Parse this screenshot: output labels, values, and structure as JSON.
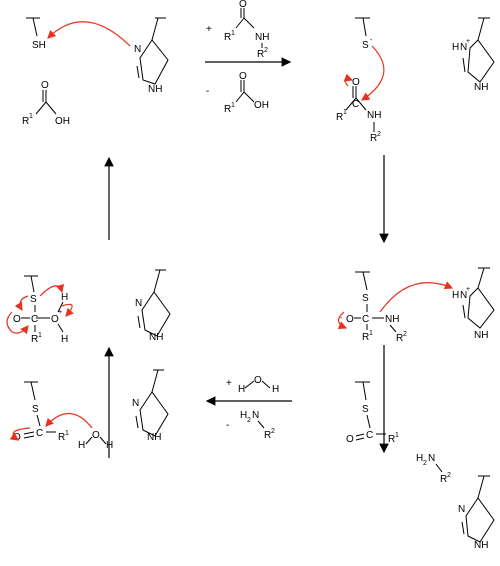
{
  "labels": {
    "sh": "SH",
    "s": "S",
    "s_minus": "S",
    "minus": "-",
    "plus": "+",
    "n": "N",
    "nh": "NH",
    "n_h_plus": "H",
    "o": "O",
    "oh": "OH",
    "h": "H",
    "c": "C",
    "r": "R",
    "one": "1",
    "two": "2",
    "h2n": "H",
    "h2n_sub": "2",
    "h2n_n": "N",
    "h2o_h": "H",
    "h2o_o": "O",
    "h2o_h2": "H"
  },
  "colors": {
    "electron_arrow": "#e8321e",
    "reaction_arrow": "#000000"
  }
}
